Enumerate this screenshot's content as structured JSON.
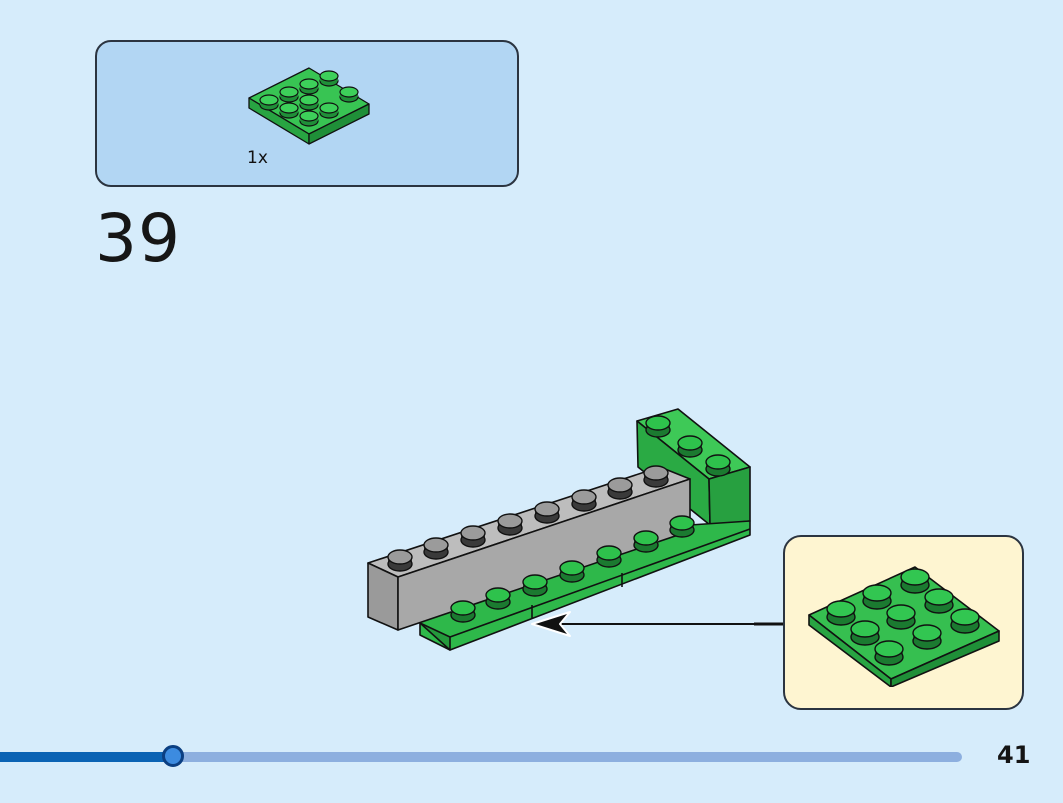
{
  "parts_list": {
    "quantity": "1x",
    "part_icon": "green-plate-3x3-icon",
    "part_color": "#2eb84a"
  },
  "step": {
    "number": "39"
  },
  "callout": {
    "part_icon": "green-plate-3x3-icon"
  },
  "progress": {
    "fraction": 0.18
  },
  "page": {
    "number": "41"
  },
  "colors": {
    "background": "#d6ecfb",
    "parts_box": "#b2d6f3",
    "callout_box": "#fef5d1",
    "green_brick": "#2eb84a",
    "grey_brick": "#a5a5a5",
    "progress_fill": "#0b63b4",
    "progress_track": "#8dafdf"
  }
}
